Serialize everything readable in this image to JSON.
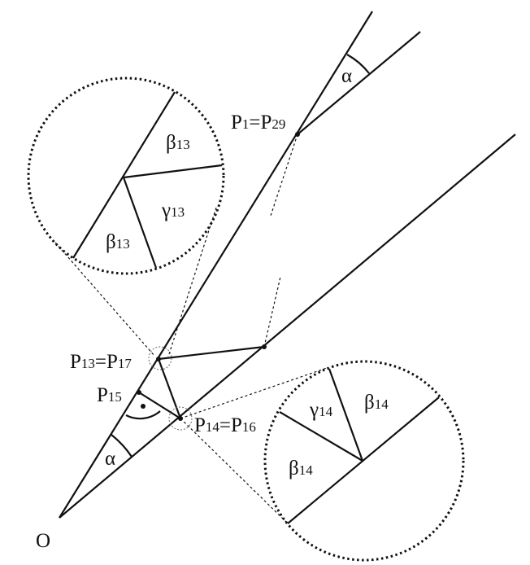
{
  "labels": {
    "origin": "O",
    "alpha_bottom": "α",
    "alpha_top": "α",
    "p1": [
      "P",
      "1",
      "=P",
      "29"
    ],
    "p13": [
      "P",
      "13",
      "=P",
      "17"
    ],
    "p15": [
      "P",
      "15"
    ],
    "p14": [
      "P",
      "14",
      "=P",
      "16"
    ]
  },
  "zoom_left": {
    "beta_top": [
      "β",
      "13"
    ],
    "gamma": [
      "γ",
      "13"
    ],
    "beta_bottom": [
      "β",
      "13"
    ]
  },
  "zoom_right": {
    "gamma": [
      "γ",
      "14"
    ],
    "beta_top": [
      "β",
      "14"
    ],
    "beta_left": [
      "β",
      "14"
    ]
  }
}
